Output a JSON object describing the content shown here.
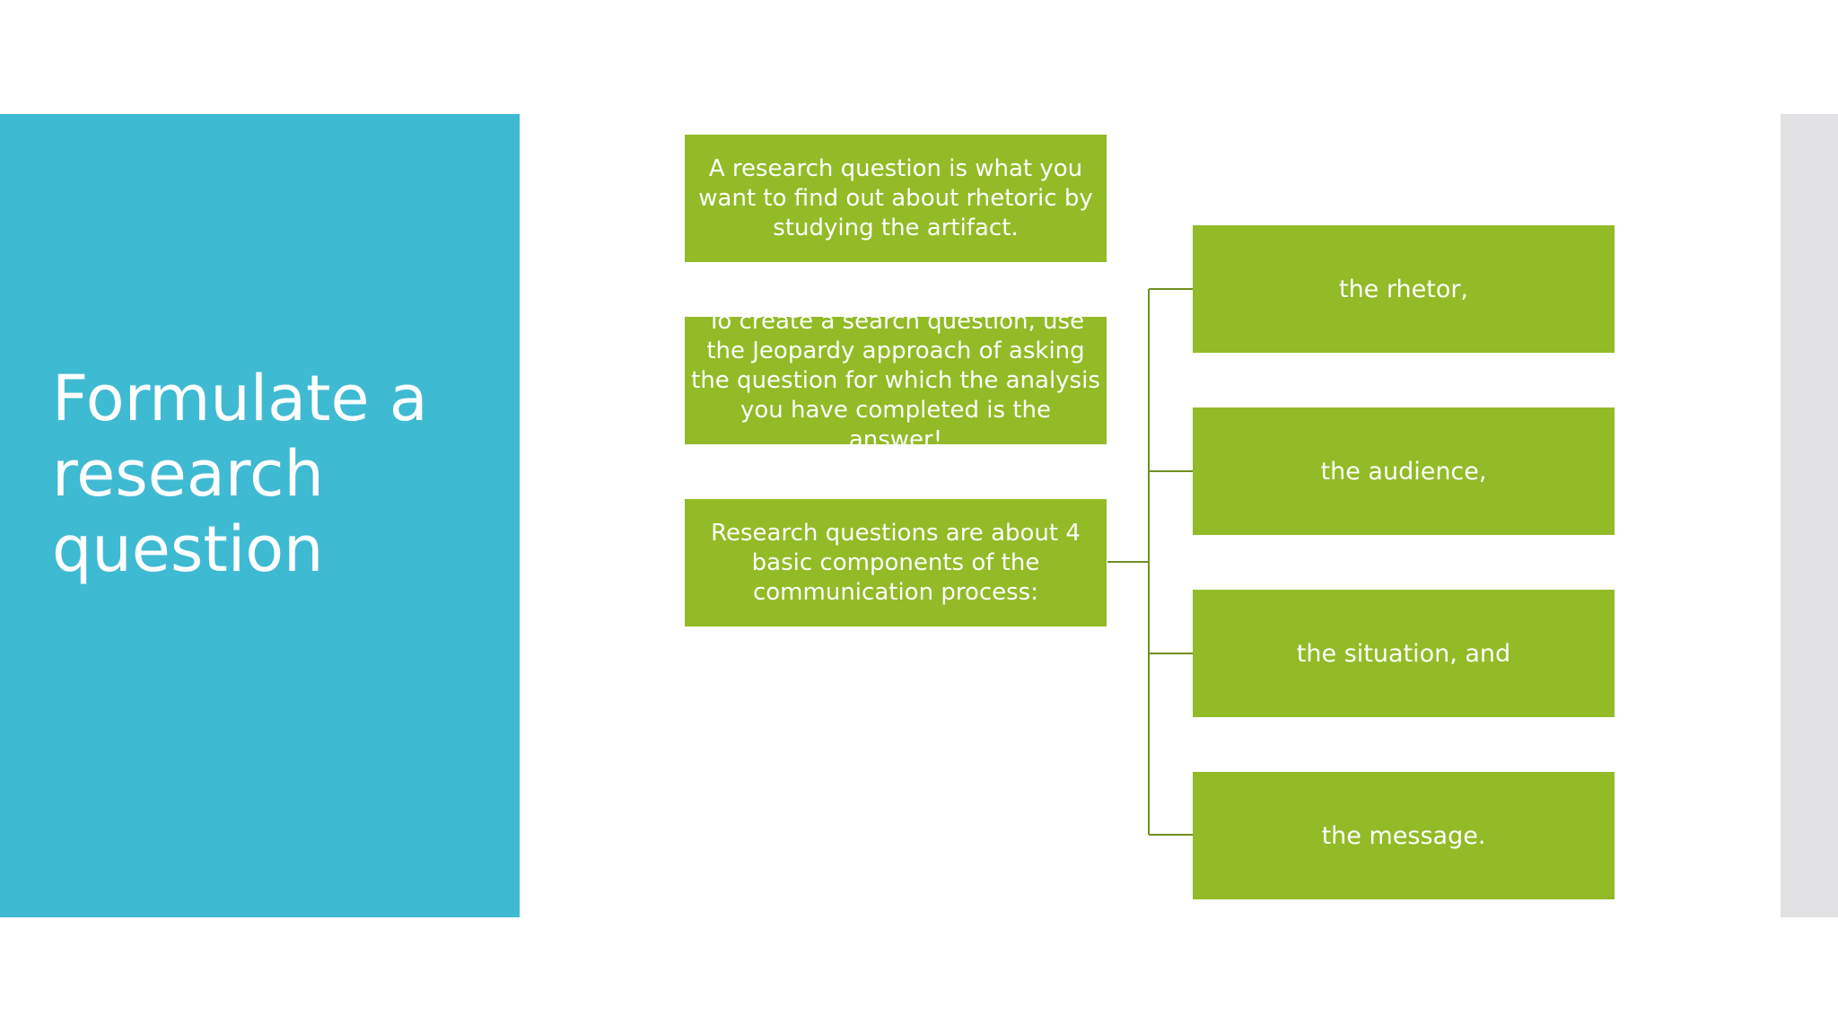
{
  "slide": {
    "title": "Formulate a research question"
  },
  "diagram": {
    "left_boxes": [
      "A research question is what you want to find out about rhetoric by studying the artifact.",
      "To create a search question, use the Jeopardy approach of asking the question for which the analysis you have completed is the answer!",
      "Research questions are about 4 basic components of the communication process:"
    ],
    "components": [
      "the rhetor,",
      "the audience,",
      "the situation, and",
      "the message."
    ],
    "colors": {
      "title_panel": "#3fbad3",
      "box_fill": "#92bb27",
      "connector": "#6f8f1f",
      "side_strip": "#e2e2e4"
    }
  }
}
